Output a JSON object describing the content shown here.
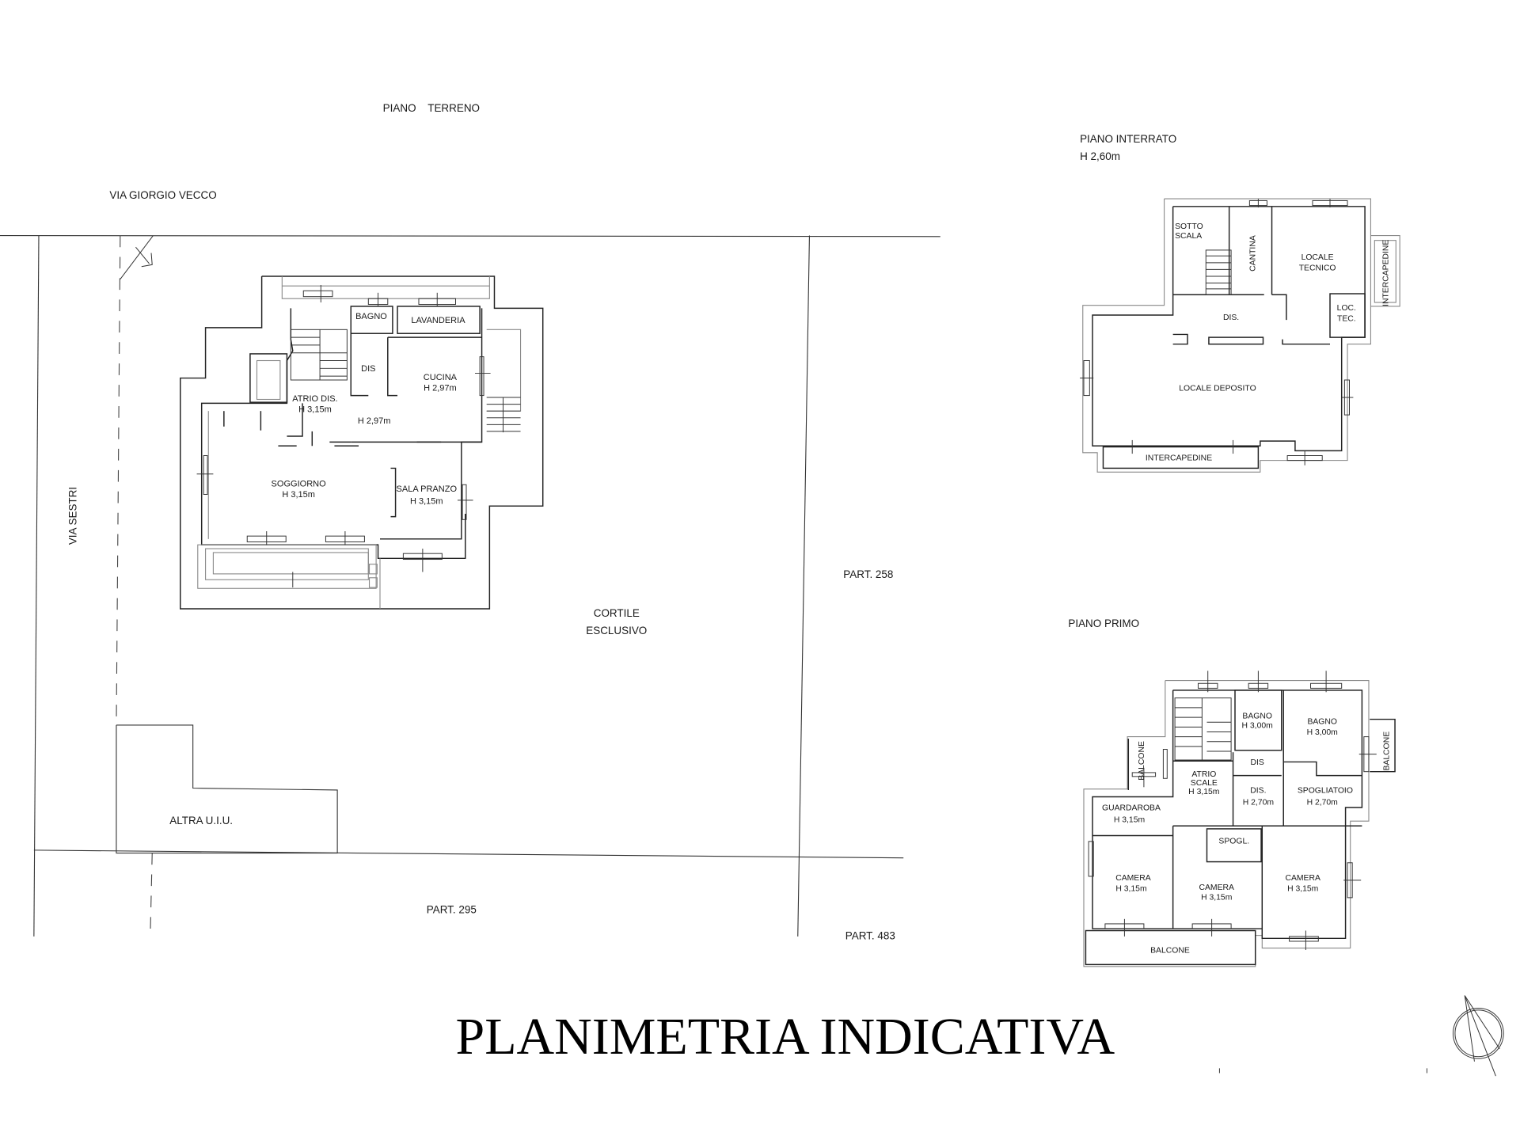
{
  "title": "PLANIMETRIA INDICATIVA",
  "site": {
    "streets": [
      "VIA GIORGIO VECCO",
      "VIA SESTRI"
    ],
    "parcels": [
      "PART. 258",
      "PART. 295",
      "PART. 483"
    ],
    "courtyard": [
      "CORTILE",
      "ESCLUSIVO"
    ],
    "other_unit": "ALTRA U.I.U."
  },
  "floors": {
    "ground": {
      "label": "PIANO    TERRENO",
      "rooms": [
        {
          "name": "BAGNO",
          "height": ""
        },
        {
          "name": "LAVANDERIA",
          "height": ""
        },
        {
          "name": "DIS",
          "height": "H 2,97m"
        },
        {
          "name": "CUCINA",
          "height": "H 2,97m"
        },
        {
          "name": "ATRIO DIS.",
          "height": "H 3,15m"
        },
        {
          "name": "SOGGIORNO",
          "height": "H 3,15m"
        },
        {
          "name": "SALA PRANZO",
          "height": "H 3,15m"
        }
      ]
    },
    "basement": {
      "label": "PIANO INTERRATO",
      "height": "H 2,60m",
      "rooms": [
        {
          "name": "SOTTO",
          "name2": "SCALA"
        },
        {
          "name": "CANTINA"
        },
        {
          "name": "LOCALE",
          "name2": "TECNICO"
        },
        {
          "name": "INTERCAPEDINE"
        },
        {
          "name": "LOC.",
          "name2": "TEC."
        },
        {
          "name": "DIS."
        },
        {
          "name": "LOCALE DEPOSITO"
        },
        {
          "name": "INTERCAPEDINE"
        }
      ]
    },
    "first": {
      "label": "PIANO PRIMO",
      "rooms": [
        {
          "name": "BAGNO",
          "height": "H 3,00m"
        },
        {
          "name": "BAGNO",
          "height": "H 3,00m"
        },
        {
          "name": "BALCONE"
        },
        {
          "name": "BALCONE"
        },
        {
          "name": "DIS"
        },
        {
          "name": "ATRIO",
          "name2": "SCALE",
          "height": "H 3,15m"
        },
        {
          "name": "DIS.",
          "height": "H 2,70m"
        },
        {
          "name": "SPOGLIATOIO",
          "height": "H 2,70m"
        },
        {
          "name": "GUARDAROBA",
          "height": "H 3,15m"
        },
        {
          "name": "SPOGL."
        },
        {
          "name": "CAMERA",
          "height": "H 3,15m"
        },
        {
          "name": "CAMERA",
          "height": "H 3,15m"
        },
        {
          "name": "CAMERA",
          "height": "H 3,15m"
        },
        {
          "name": "BALCONE"
        }
      ]
    }
  },
  "compass": "north-arrow",
  "colors": {
    "ink": "#1a1a1a",
    "background": "#ffffff"
  }
}
